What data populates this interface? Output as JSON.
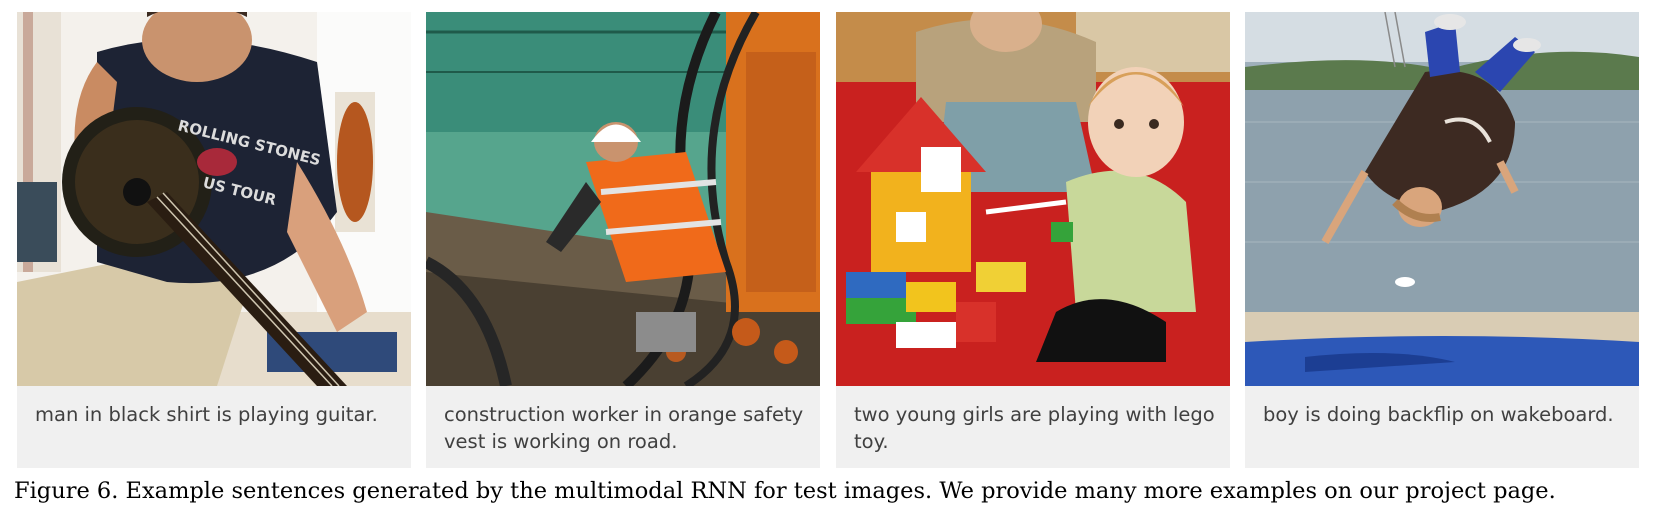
{
  "panels": [
    {
      "id": "guitar",
      "caption": "man in black shirt is playing guitar.",
      "shirt_text": [
        "ROLLING STONES",
        "US TOUR"
      ]
    },
    {
      "id": "construction",
      "caption": "construction worker in orange safety vest is working on road."
    },
    {
      "id": "lego",
      "caption": "two young girls are playing with lego toy."
    },
    {
      "id": "backflip",
      "caption": "boy is doing backflip on wakeboard."
    }
  ],
  "figure_caption": "Figure 6. Example sentences generated by the multimodal RNN for test images. We provide many more examples on our project page.",
  "colors": {
    "caption_bg": "#f0f0f0",
    "caption_text": "#404040"
  }
}
